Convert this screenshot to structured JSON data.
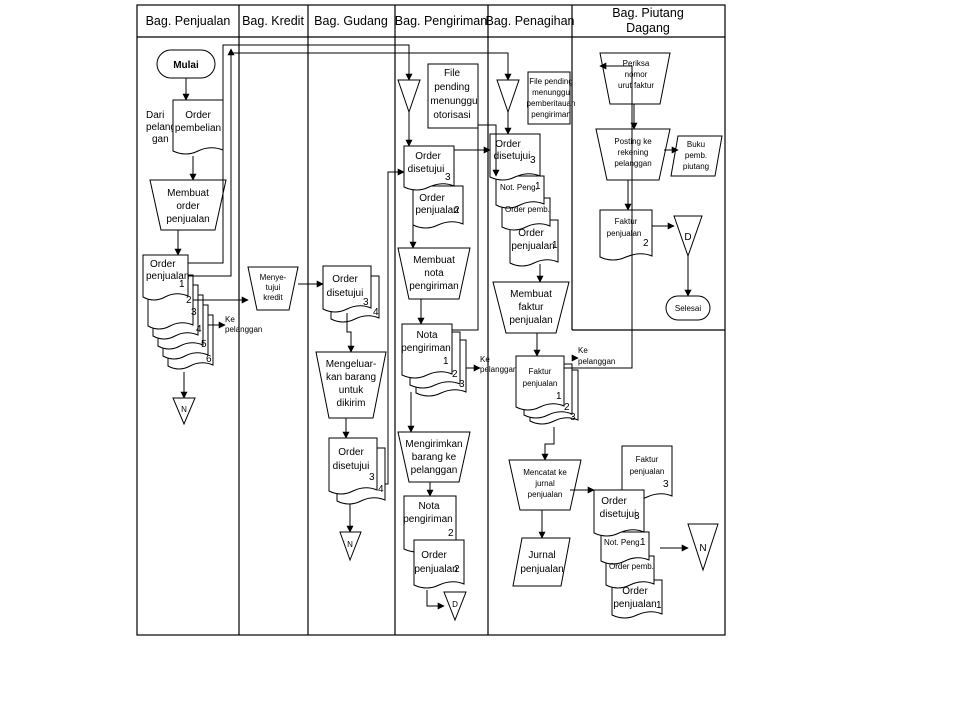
{
  "lanes": {
    "penjualan": "Bag. Penjualan",
    "kredit": "Bag. Kredit",
    "gudang": "Bag. Gudang",
    "pengiriman": "Bag. Pengiriman",
    "penagihan": "Bag. Penagihan",
    "piutang_line1": "Bag. Piutang",
    "piutang_line2": "Dagang"
  },
  "penjualan": {
    "start": "Mulai",
    "source_line1": "Dari",
    "source_line2": "pelang-",
    "source_line3": "gan",
    "order_pembelian_line1": "Order",
    "order_pembelian_line2": "pembelian",
    "membuat_order_line1": "Membuat",
    "membuat_order_line2": "order",
    "membuat_order_line3": "penjualan",
    "order_penjualan_line1": "Order",
    "order_penjualan_line2": "penjualan",
    "copies": [
      "1",
      "2",
      "3",
      "4",
      "5",
      "6"
    ],
    "ke_pelanggan_line1": "Ke",
    "ke_pelanggan_line2": "pelanggan",
    "file_letter": "N"
  },
  "kredit": {
    "process_line1": "Menye-",
    "process_line2": "tujui",
    "process_line3": "kredit"
  },
  "gudang": {
    "doc_line1": "Order",
    "doc_line2": "disetujui",
    "copy_a": "3",
    "copy_b": "4",
    "process_line1": "Mengeluar-",
    "process_line2": "kan barang",
    "process_line3": "untuk",
    "process_line4": "dikirim",
    "doc2_line1": "Order",
    "doc2_line2": "disetujui",
    "copy2_a": "3",
    "copy2_b": "4",
    "file_letter": "N"
  },
  "pengiriman": {
    "file_line1": "File",
    "file_line2": "pending",
    "file_line3": "menunggu",
    "file_line4": "otorisasi",
    "order_disetujui_line1": "Order",
    "order_disetujui_line2": "disetujui",
    "order_disetujui_copy": "3",
    "order_penjualan_line1": "Order",
    "order_penjualan_line2": "penjualan",
    "order_penjualan_copy": "2",
    "membuat_nota_line1": "Membuat",
    "membuat_nota_line2": "nota",
    "membuat_nota_line3": "pengiriman",
    "nota_line1": "Nota",
    "nota_line2": "pengiriman",
    "nota_copies": [
      "1",
      "2",
      "3"
    ],
    "ke_pelanggan_line1": "Ke",
    "ke_pelanggan_line2": "pelanggan",
    "mengirimkan_line1": "Mengirimkan",
    "mengirimkan_line2": "barang ke",
    "mengirimkan_line3": "pelanggan",
    "nota2_line1": "Nota",
    "nota2_line2": "pengiriman",
    "nota2_copy": "2",
    "order2_line1": "Order",
    "order2_line2": "penjualan",
    "order2_copy": "2",
    "file_letter": "D"
  },
  "penagihan": {
    "file_line1": "File pending",
    "file_line2": "menunggu",
    "file_line3": "pemberitauan",
    "file_line4": "pengiriman",
    "order_disetujui_line1": "Order",
    "order_disetujui_line2": "disetujui",
    "order_disetujui_copy": "3",
    "not_peng": "Not. Peng.",
    "not_peng_copy": "1",
    "order_pemb": "Order pemb.",
    "order_penjualan_line1": "Order",
    "order_penjualan_line2": "penjualan",
    "order_penjualan_copy": "1",
    "membuat_faktur_line1": "Membuat",
    "membuat_faktur_line2": "faktur",
    "membuat_faktur_line3": "penjualan",
    "faktur_line1": "Faktur",
    "faktur_line2": "penjualan",
    "faktur_copies": [
      "1",
      "2",
      "3"
    ],
    "ke_pelanggan_line1": "Ke",
    "ke_pelanggan_line2": "pelanggan",
    "mencatat_line1": "Mencatat ke",
    "mencatat_line2": "jurnal",
    "mencatat_line3": "penjualan",
    "jurnal_line1": "Jurnal",
    "jurnal_line2": "penjualan",
    "faktur2_line1": "Faktur",
    "faktur2_line2": "penjualan",
    "faktur2_copy": "3",
    "order2_line1": "Order",
    "order2_line2": "disetujui",
    "order2_copy": "3",
    "not_peng2": "Not. Peng.",
    "not_peng2_copy": "1",
    "order_pemb2": "Order pemb.",
    "order3_line1": "Order",
    "order3_line2": "penjualan",
    "order3_copy": "1",
    "file_letter": "N"
  },
  "piutang": {
    "periksa_line1": "Periksa",
    "periksa_line2": "nomor",
    "periksa_line3": "urut faktur",
    "posting_line1": "Posting ke",
    "posting_line2": "rekening",
    "posting_line3": "pelanggan",
    "buku_line1": "Buku",
    "buku_line2": "pemb.",
    "buku_line3": "piutang",
    "faktur_line1": "Faktur",
    "faktur_line2": "penjualan",
    "faktur_copy": "2",
    "file_letter": "D",
    "end": "Selesai"
  }
}
